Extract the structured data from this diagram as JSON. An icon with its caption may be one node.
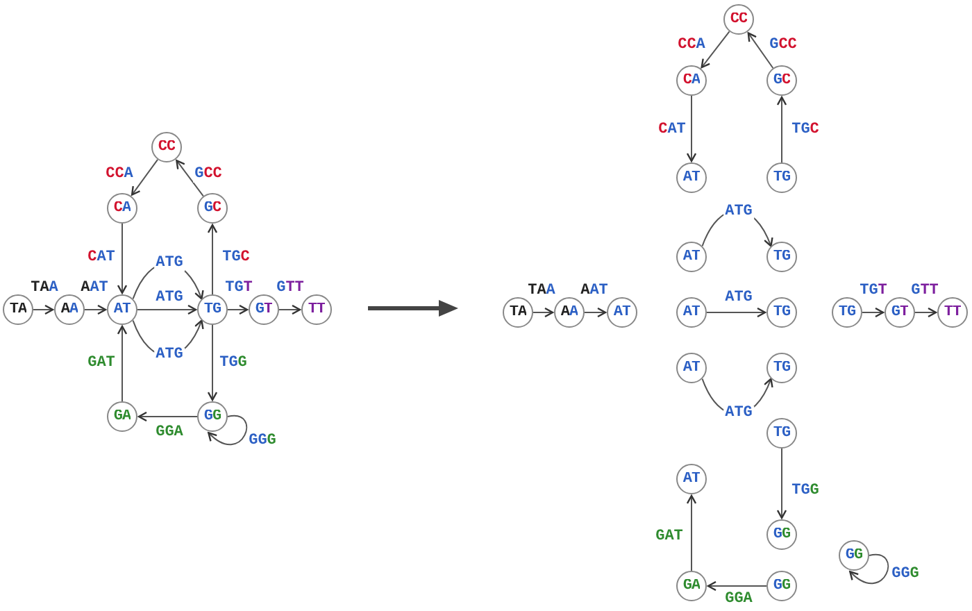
{
  "diagram": {
    "nodes": [
      {
        "text": [
          "CC"
        ]
      },
      {
        "text": [
          "CA"
        ]
      },
      {
        "text": [
          "GC"
        ]
      },
      {
        "text": [
          "TA"
        ]
      },
      {
        "text": [
          "AA"
        ]
      },
      {
        "text": [
          "AT"
        ]
      },
      {
        "text": [
          "TG"
        ]
      },
      {
        "text": [
          "GT"
        ]
      },
      {
        "text": [
          "TT"
        ]
      },
      {
        "text": [
          "GA"
        ]
      },
      {
        "text": [
          "GG"
        ]
      },
      {
        "text": [
          "CC"
        ]
      },
      {
        "text": [
          "CA"
        ]
      },
      {
        "text": [
          "GC"
        ]
      },
      {
        "text": [
          "AT"
        ]
      },
      {
        "text": [
          "TG"
        ]
      },
      {
        "text": [
          "AT"
        ]
      },
      {
        "text": [
          "TG"
        ]
      },
      {
        "text": [
          "TA"
        ]
      },
      {
        "text": [
          "AA"
        ]
      },
      {
        "text": [
          "AT"
        ]
      },
      {
        "text": [
          "AT"
        ]
      },
      {
        "text": [
          "TG"
        ]
      },
      {
        "text": [
          "TG"
        ]
      },
      {
        "text": [
          "GT"
        ]
      },
      {
        "text": [
          "TT"
        ]
      },
      {
        "text": [
          "AT"
        ]
      },
      {
        "text": [
          "TG"
        ]
      },
      {
        "text": [
          "TG"
        ]
      },
      {
        "text": [
          "AT"
        ]
      },
      {
        "text": [
          "GG"
        ]
      },
      {
        "text": [
          "GG"
        ]
      },
      {
        "text": [
          "GA"
        ]
      },
      {
        "text": [
          "GG"
        ]
      }
    ],
    "edges": [
      {
        "from": 3,
        "to": 4,
        "arrow": "to",
        "label": "TAA"
      },
      {
        "from": 4,
        "to": 5,
        "arrow": "to",
        "label": "AAT"
      },
      {
        "from": 5,
        "to": 6,
        "arrow": "to",
        "label": "ATG"
      },
      {
        "from": 5,
        "to": 6,
        "arrow": "to",
        "label": "ATG"
      },
      {
        "from": 5,
        "to": 6,
        "arrow": "to",
        "label": "ATG"
      },
      {
        "from": 6,
        "to": 7,
        "arrow": "to",
        "label": "TGT"
      },
      {
        "from": 7,
        "to": 8,
        "arrow": "to",
        "label": "GTT"
      },
      {
        "from": 0,
        "to": 1,
        "arrow": "to",
        "label": "CCA"
      },
      {
        "from": 2,
        "to": 0,
        "arrow": "to",
        "label": "GCC"
      },
      {
        "from": 1,
        "to": 5,
        "arrow": "to",
        "label": "CAT"
      },
      {
        "from": 6,
        "to": 2,
        "arrow": "to",
        "label": "TGC"
      },
      {
        "from": 6,
        "to": 10,
        "arrow": "to",
        "label": "TGG"
      },
      {
        "from": 10,
        "to": 9,
        "arrow": "to",
        "label": "GGA"
      },
      {
        "from": 9,
        "to": 5,
        "arrow": "to",
        "label": "GAT"
      },
      {
        "from": 10,
        "to": 10,
        "arrow": "to",
        "label": "GGG"
      },
      {
        "from": 11,
        "to": 12,
        "arrow": "to",
        "label": "CCA"
      },
      {
        "from": 13,
        "to": 11,
        "arrow": "to",
        "label": "GCC"
      },
      {
        "from": 12,
        "to": 14,
        "arrow": "to",
        "label": "CAT"
      },
      {
        "from": 15,
        "to": 13,
        "arrow": "to",
        "label": "TGC"
      },
      {
        "from": 16,
        "to": 17,
        "arrow": "to",
        "label": "ATG"
      },
      {
        "from": 18,
        "to": 19,
        "arrow": "to",
        "label": "TAA"
      },
      {
        "from": 19,
        "to": 20,
        "arrow": "to",
        "label": "AAT"
      },
      {
        "from": 21,
        "to": 22,
        "arrow": "to",
        "label": "ATG"
      },
      {
        "from": 23,
        "to": 24,
        "arrow": "to",
        "label": "TGT"
      },
      {
        "from": 24,
        "to": 25,
        "arrow": "to",
        "label": "GTT"
      },
      {
        "from": 26,
        "to": 27,
        "arrow": "to",
        "label": "ATG"
      },
      {
        "from": 28,
        "to": 30,
        "arrow": "to",
        "label": "TGG"
      },
      {
        "from": 33,
        "to": 32,
        "arrow": "to",
        "label": "GGA"
      },
      {
        "from": 32,
        "to": 29,
        "arrow": "to",
        "label": "GAT"
      },
      {
        "from": 31,
        "to": 31,
        "arrow": "to",
        "label": "GGG"
      }
    ]
  }
}
